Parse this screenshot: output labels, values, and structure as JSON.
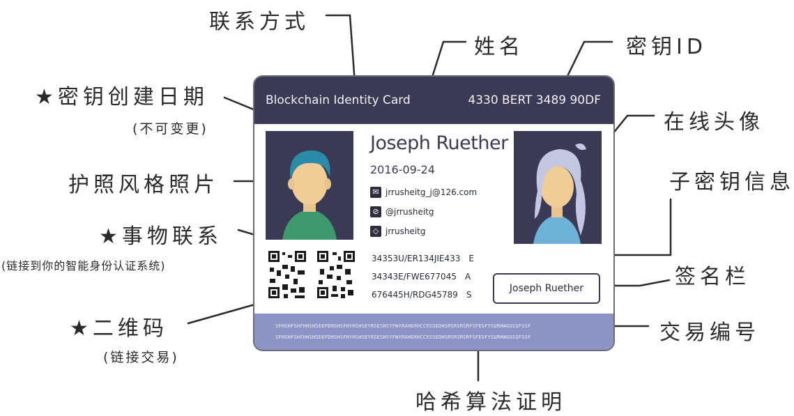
{
  "card": {
    "title": "Blockchain Identity Card",
    "key_id": "4330 BERT 3489 90DF",
    "name": "Joseph Ruether",
    "date": "2016-09-24",
    "contacts": [
      {
        "icon": "mail-icon",
        "glyph": "✉",
        "text": "jrrusheitg_j@126.com"
      },
      {
        "icon": "link-icon",
        "glyph": "⊘",
        "text": "@jrrusheitg"
      },
      {
        "icon": "diamond-icon",
        "glyph": "◇",
        "text": "jrrusheitg"
      }
    ],
    "subkeys": [
      {
        "code": "34353U/ER134JIE433",
        "flag": "E"
      },
      {
        "code": "34343E/FWE677045",
        "flag": "A"
      },
      {
        "code": "676445H/RDG45789",
        "flag": "S"
      }
    ],
    "signature": "Joseph Ruether",
    "hash_lines": [
      "SFHSHFSHFHHSHSEEFDHSHSFHYHSHSEYRSESHSYFWYRAHDXHCCXSSEDHSRSRSRSRFSFESFYSURHWGUSGFSSF",
      "SFHSHFSHFHHSHSEEFDHSHSFHYHSHSEYRSESHSYFWYRAHDXHCCXSSEDHSRSRSRSRFSFESFYSURHWGUSGFSSF"
    ],
    "colors": {
      "header": "#3b3a55",
      "hash_band": "#8d93c4",
      "avatar_bg": "#3b3a55"
    }
  },
  "callouts": {
    "contact": "联系方式",
    "name": "姓名",
    "key_id": "密钥ID",
    "created": "★密钥创建日期",
    "created_sub": "(不可变更)",
    "online_avatar": "在线头像",
    "passport_photo": "护照风格照片",
    "subkey_info": "子密钥信息",
    "things": "★事物联系",
    "things_sub": "(链接到你的智能身份认证系统)",
    "signature": "签名栏",
    "qr": "★二维码",
    "qr_sub": "(链接交易)",
    "tx_number": "交易编号",
    "hash_proof": "哈希算法证明"
  }
}
